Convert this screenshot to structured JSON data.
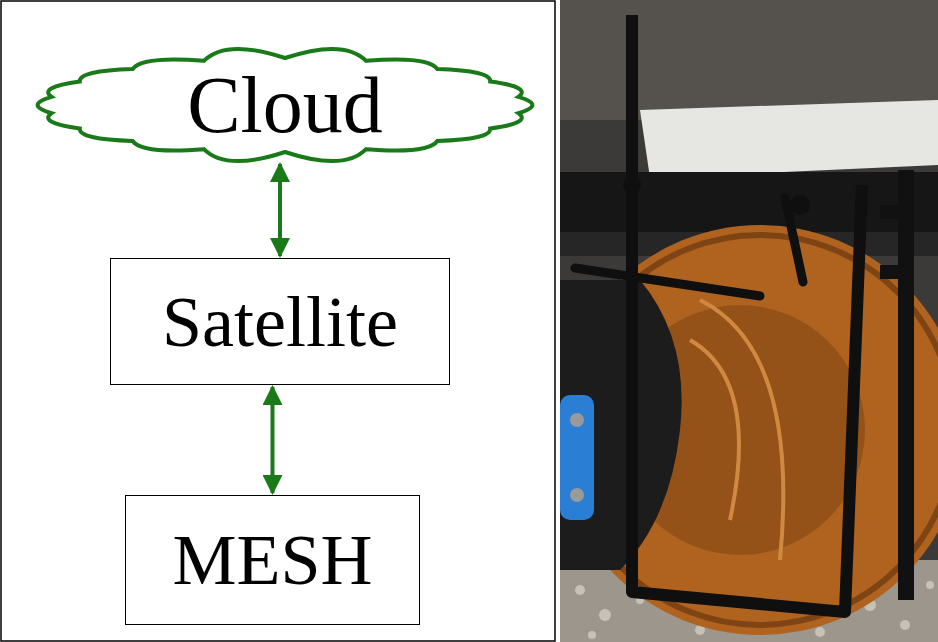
{
  "diagram": {
    "nodes": [
      {
        "text": [
          "Cloud"
        ]
      },
      {
        "text": [
          "Satellite"
        ]
      },
      {
        "text": [
          "MESH"
        ]
      }
    ],
    "edges": [
      {
        "from": 0,
        "to": 1,
        "arrow": "both"
      },
      {
        "from": 1,
        "to": 2,
        "arrow": "both"
      }
    ]
  }
}
